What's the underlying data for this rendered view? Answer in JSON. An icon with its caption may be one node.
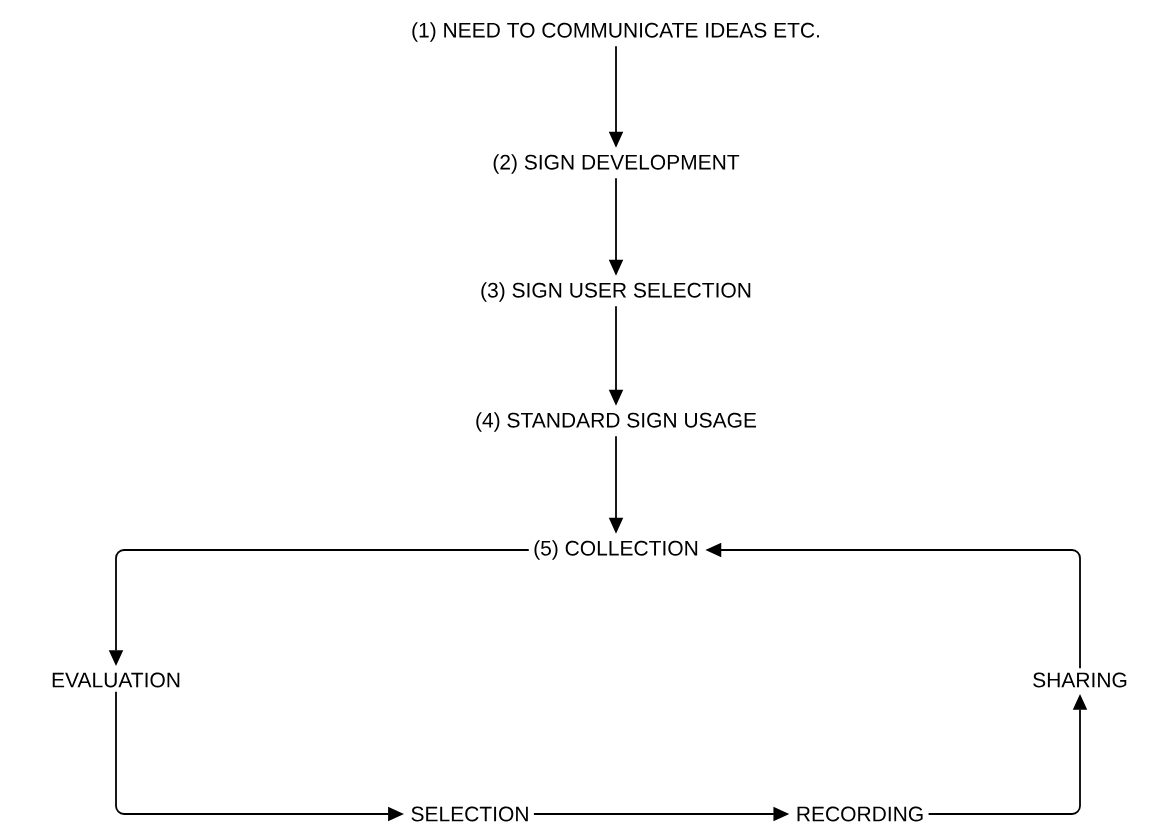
{
  "diagram": {
    "nodes": [
      {
        "text": [
          "(1) NEED TO COMMUNICATE IDEAS ETC."
        ]
      },
      {
        "text": [
          "(2) SIGN DEVELOPMENT"
        ]
      },
      {
        "text": [
          "(3) SIGN USER SELECTION"
        ]
      },
      {
        "text": [
          "(4) STANDARD SIGN USAGE"
        ]
      },
      {
        "text": [
          "(5) COLLECTION"
        ]
      },
      {
        "text": [
          "EVALUATION"
        ]
      },
      {
        "text": [
          "SHARING"
        ]
      },
      {
        "text": [
          "SELECTION"
        ]
      },
      {
        "text": [
          "RECORDING"
        ]
      }
    ],
    "edges": [
      {
        "from": 0,
        "to": 1,
        "arrow": "to"
      },
      {
        "from": 1,
        "to": 2,
        "arrow": "to"
      },
      {
        "from": 2,
        "to": 3,
        "arrow": "to"
      },
      {
        "from": 3,
        "to": 4,
        "arrow": "to"
      },
      {
        "from": 4,
        "to": 5,
        "arrow": "to"
      },
      {
        "from": 5,
        "to": 7,
        "arrow": "to"
      },
      {
        "from": 7,
        "to": 8,
        "arrow": "to"
      },
      {
        "from": 8,
        "to": 6,
        "arrow": "to"
      },
      {
        "from": 6,
        "to": 4,
        "arrow": "to"
      }
    ]
  }
}
